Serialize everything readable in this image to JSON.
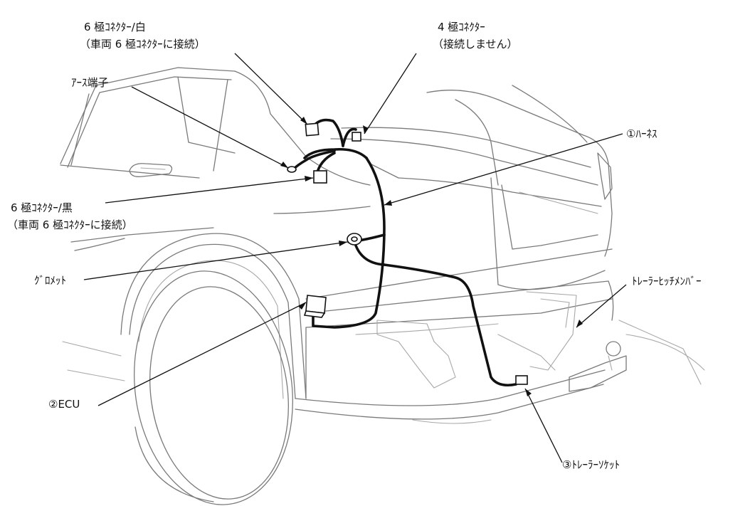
{
  "labels": {
    "connector_6pin_white": "6 極ｺﾈｸﾀｰ/白",
    "connector_6pin_white_note": "（車両 6 極ｺﾈｸﾀｰに接続）",
    "connector_4pin": "4 極ｺﾈｸﾀｰ",
    "connector_4pin_note": "（接続しません）",
    "ground_terminal": "ｱｰｽ端子",
    "harness": "①ﾊｰﾈｽ",
    "connector_6pin_black": "6 極ｺﾈｸﾀｰ/黒",
    "connector_6pin_black_note": "（車両 6 極ｺﾈｸﾀｰに接続）",
    "grommet": "ｸﾞﾛﾒｯﾄ",
    "trailer_hitch_member": "ﾄﾚｰﾗｰﾋｯﾁﾒﾝﾊﾞｰ",
    "ecu": "②ECU",
    "trailer_socket": "③ﾄﾚｰﾗｰｿｹｯﾄ"
  }
}
